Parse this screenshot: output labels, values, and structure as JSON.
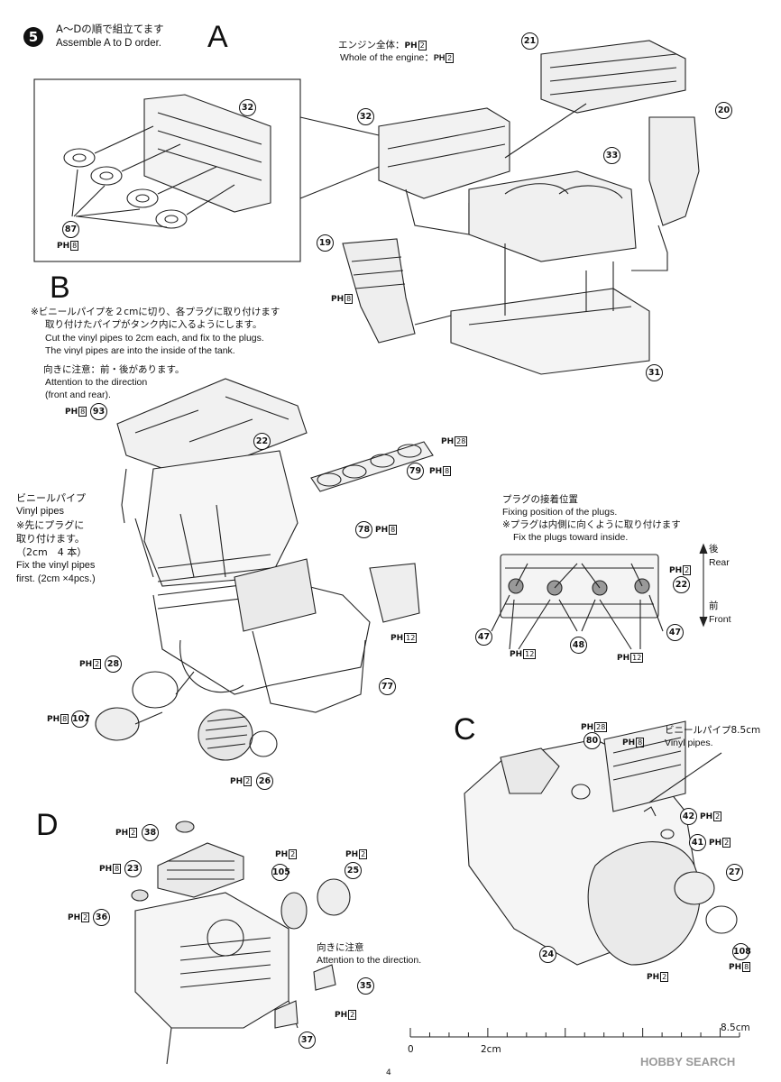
{
  "step": {
    "number": "5",
    "title_jp": "A〜Dの順で組立てます",
    "title_en": "Assemble A to D order."
  },
  "sections": {
    "a": "A",
    "b": "B",
    "c": "C",
    "d": "D"
  },
  "ph_label": "PH",
  "section_a": {
    "note_jp": "エンジン全体：",
    "note_en": "Whole of the engine：",
    "note_ph": "2",
    "parts": {
      "p21": "21",
      "p20": "20",
      "p32a": "32",
      "p32b": "32",
      "p33": "33",
      "p19": "19",
      "p31": "31",
      "p87": "87"
    },
    "ph_87": "8",
    "ph_19": "8"
  },
  "section_b": {
    "vinyl_jp_1": "※ビニールパイプを２cmに切り、各プラグに取り付けます",
    "vinyl_jp_2": "取り付けたパイプがタンク内に入るようにします。",
    "vinyl_en_1": "Cut the vinyl pipes to 2cm each, and fix to the plugs.",
    "vinyl_en_2": "The vinyl pipes are into the inside of the tank.",
    "dir_jp": "向きに注意：前・後があります。",
    "dir_en_1": "Attention to the direction",
    "dir_en_2": "(front and rear).",
    "pipe_jp": "ビニールパイプ",
    "pipe_en": "Vinyl pipes",
    "pipe_note_jp_1": "※先にプラグに",
    "pipe_note_jp_2": "取り付けます。",
    "pipe_qty_jp": "（2cm　4 本）",
    "pipe_note_en_1": "Fix the vinyl pipes",
    "pipe_note_en_2": "first. (2cm ×4pcs.)",
    "parts": {
      "p93": "93",
      "p22": "22",
      "p79": "79",
      "p78": "78",
      "p77": "77",
      "p28": "28",
      "p107": "107",
      "p26": "26"
    },
    "ph_93": "8",
    "ph_28top": "28",
    "ph_79": "8",
    "ph_78": "8",
    "ph_78b": "12",
    "ph_28": "2",
    "ph_107": "8",
    "ph_26": "2"
  },
  "plugs": {
    "jp_title": "プラグの接着位置",
    "en_title": "Fixing position of the plugs.",
    "jp_note": "※プラグは内側に向くように取り付けます",
    "en_note": "Fix the plugs toward inside.",
    "rear_jp": "後",
    "rear_en": "Rear",
    "front_jp": "前",
    "front_en": "Front",
    "parts": {
      "p22": "22",
      "p47a": "47",
      "p47b": "47",
      "p48": "48"
    },
    "ph_22": "2",
    "ph_12a": "12",
    "ph_12b": "12"
  },
  "section_c": {
    "pipe_jp": "ビニールパイプ8.5cm",
    "pipe_en": "Vinyl pipes.",
    "parts": {
      "p80": "80",
      "p42": "42",
      "p41": "41",
      "p27": "27",
      "p24": "24",
      "p108": "108"
    },
    "ph_80": "28",
    "ph_top": "8",
    "ph_42": "2",
    "ph_41": "2",
    "ph_24": "2",
    "ph_108": "8"
  },
  "section_d": {
    "dir_jp": "向きに注意",
    "dir_en": "Attention to the direction.",
    "parts": {
      "p38": "38",
      "p23": "23",
      "p36": "36",
      "p105": "105",
      "p25": "25",
      "p35": "35",
      "p37": "37"
    },
    "ph_38": "2",
    "ph_23": "8",
    "ph_36": "2",
    "ph_105": "2",
    "ph_25": "2",
    "ph_35": "2"
  },
  "scale": {
    "zero": "0",
    "mid": "2cm",
    "end": "8.5cm"
  },
  "page_number": "4",
  "watermark": "HOBBY SEARCH"
}
